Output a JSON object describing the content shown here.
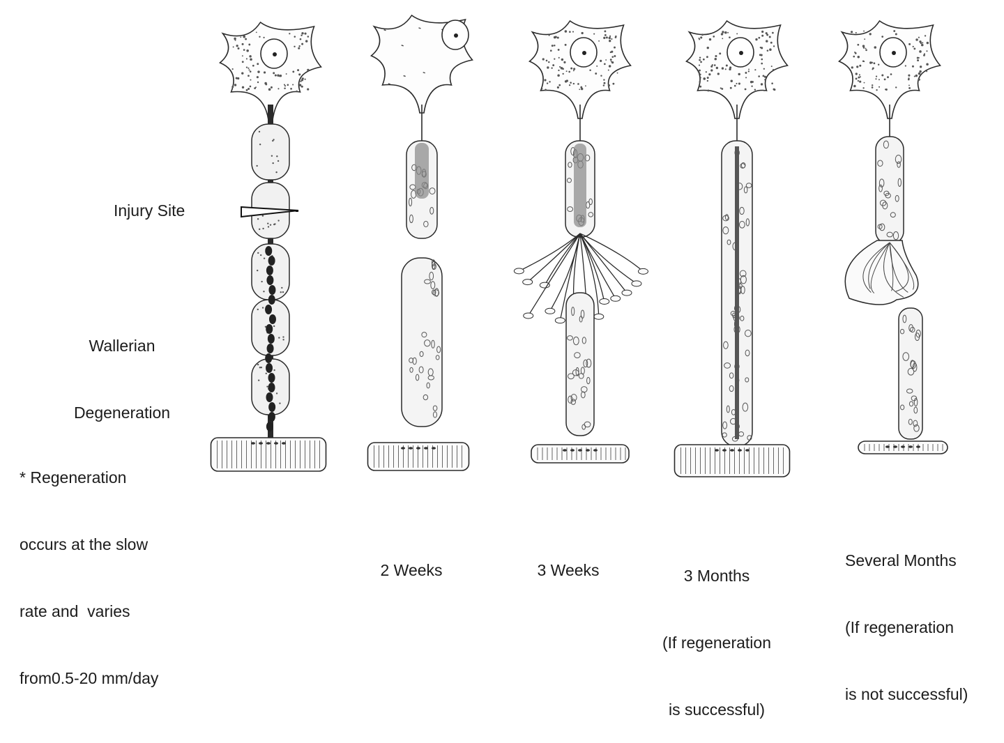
{
  "labels": {
    "injury_site": "Injury Site",
    "wallerian": [
      "Wallerian",
      "Degeneration"
    ],
    "note": [
      "* Regeneration",
      "occurs at the slow",
      "rate and  varies",
      "from0.5-20 mm/day"
    ]
  },
  "stages": [
    {
      "lines": [
        "2 Weeks"
      ]
    },
    {
      "lines": [
        "3 Weeks"
      ]
    },
    {
      "lines": [
        "3 Months",
        "(If regeneration",
        "is successful)"
      ]
    },
    {
      "lines": [
        "Several Months",
        "(If regeneration",
        "is not successful)"
      ]
    }
  ]
}
